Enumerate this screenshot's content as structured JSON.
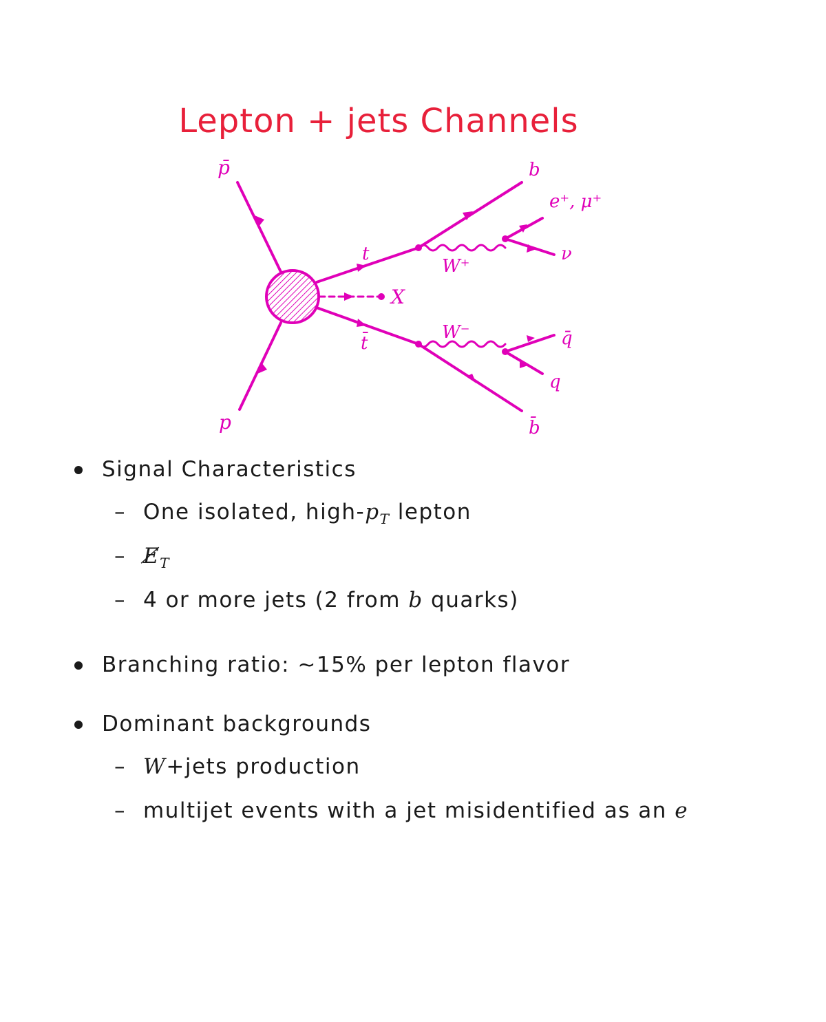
{
  "title": "Lepton + jets Channels",
  "diagram": {
    "labels": {
      "pbar": "p̄",
      "p": "p",
      "t": "t",
      "tbar": "t̄",
      "b": "b",
      "bbar": "b̄",
      "leptons": "e⁺, μ⁺",
      "nu": "ν",
      "wplus": "W⁺",
      "wminus": "W⁻",
      "qbar": "q̄",
      "q": "q",
      "x": "X"
    },
    "color": "#e000b8"
  },
  "bullets": [
    {
      "text": "Signal Characteristics",
      "subitems": [
        {
          "pre": "One isolated, high-",
          "math": "p",
          "sub": "T",
          "post": " lepton"
        },
        {
          "math": "E̸",
          "sub": "T"
        },
        {
          "pre": "4 or more jets (2 from ",
          "math": "b",
          "post": " quarks)"
        }
      ]
    },
    {
      "text": "Branching ratio: ∼15% per lepton flavor"
    },
    {
      "text": "Dominant backgrounds",
      "subitems": [
        {
          "math": "W",
          "post": "+jets production"
        },
        {
          "pre": "multijet events with a jet misidentified as an ",
          "math": "e"
        }
      ]
    }
  ],
  "dash": "–"
}
